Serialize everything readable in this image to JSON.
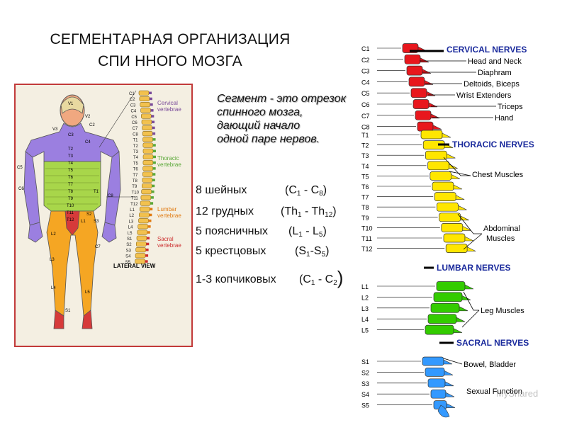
{
  "title": {
    "line1": "СЕГМЕНТАРНАЯ ОРГАНИЗАЦИЯ",
    "line2": "СПИ ННОГО МОЗГА"
  },
  "definition": {
    "lines": [
      "Сегмент - это отрезок",
      "спинного мозга,",
      "дающий начало",
      "одной паре нервов."
    ]
  },
  "counts": {
    "cervical": {
      "text": "8 шейных",
      "open": "(C",
      "a": "1",
      "mid": " - C",
      "b": "8",
      "close": ")"
    },
    "thoracic": {
      "text": "12 грудных",
      "open": "(Th",
      "a": "1",
      "mid": " - Th",
      "b": "12",
      "close": ")"
    },
    "lumbar": {
      "text": "5 поясничных",
      "open": "(L",
      "a": "1",
      "mid": " - L",
      "b": "5",
      "close": ")"
    },
    "sacral": {
      "text": "5 крестцовых",
      "open": "(S",
      "a": "1",
      "mid": "-S",
      "b": "5",
      "close": ")"
    },
    "coccygeal": {
      "text": "1-3 копчиковых",
      "open": "(C",
      "a": "1",
      "mid": " - C",
      "b": "2",
      "close": ")"
    }
  },
  "left_figure": {
    "caption": "LATERAL VIEW",
    "groups": [
      {
        "name": "Cervical",
        "line2": "vertebrae",
        "color": "#7a4b9a"
      },
      {
        "name": "Thoracic",
        "line2": "vertebrae",
        "color": "#5aa838"
      },
      {
        "name": "Lumbar",
        "line2": "vertebrae",
        "color": "#e07b12"
      },
      {
        "name": "Sacral",
        "line2": "vertebrae",
        "color": "#cc2e2e"
      }
    ],
    "spine_labels": [
      "C1",
      "C2",
      "C3",
      "C4",
      "C5",
      "C6",
      "C7",
      "C8",
      "T1",
      "T2",
      "T3",
      "T4",
      "T5",
      "T6",
      "T7",
      "T8",
      "T9",
      "T10",
      "T11",
      "T12",
      "L1",
      "L2",
      "L3",
      "L4",
      "L5",
      "S1",
      "S2",
      "S3",
      "S4",
      "S5"
    ],
    "body_labels": [
      "V1",
      "V2",
      "V3",
      "C2",
      "C3",
      "C4",
      "T2",
      "T3",
      "T4",
      "T5",
      "T6",
      "T7",
      "T8",
      "T9",
      "T10",
      "T11",
      "T12",
      "C5",
      "C6",
      "C7",
      "C8",
      "T1",
      "L1",
      "L2",
      "L3",
      "L4",
      "L5",
      "S2",
      "S3",
      "S1"
    ]
  },
  "right_figure": {
    "headers": [
      {
        "text": "CERVICAL NERVES"
      },
      {
        "text": "THORACIC NERVES"
      },
      {
        "text": "LUMBAR NERVES"
      },
      {
        "text": "SACRAL NERVES"
      }
    ],
    "targets": [
      "Head and Neck",
      "Diaphram",
      "Deltoids, Biceps",
      "Wrist Extenders",
      "Triceps",
      "Hand",
      "Chest Muscles",
      "Abdominal",
      "Muscles",
      "Leg Muscles",
      "Bowel, Bladder",
      "Sexual Function"
    ],
    "levels": [
      "C1",
      "C2",
      "C3",
      "C4",
      "C5",
      "C6",
      "C7",
      "C8",
      "T1",
      "T2",
      "T3",
      "T4",
      "T5",
      "T6",
      "T7",
      "T8",
      "T9",
      "T10",
      "T11",
      "T12",
      "L1",
      "L2",
      "L3",
      "L4",
      "L5",
      "S1",
      "S2",
      "S3",
      "S4",
      "S5"
    ],
    "colors": {
      "cervical": "#e8171d",
      "thoracic": "#ffe600",
      "lumbar": "#33cc00",
      "sacral": "#3399ff",
      "header": "#1a2a9c"
    },
    "watermark": "MyShared"
  }
}
